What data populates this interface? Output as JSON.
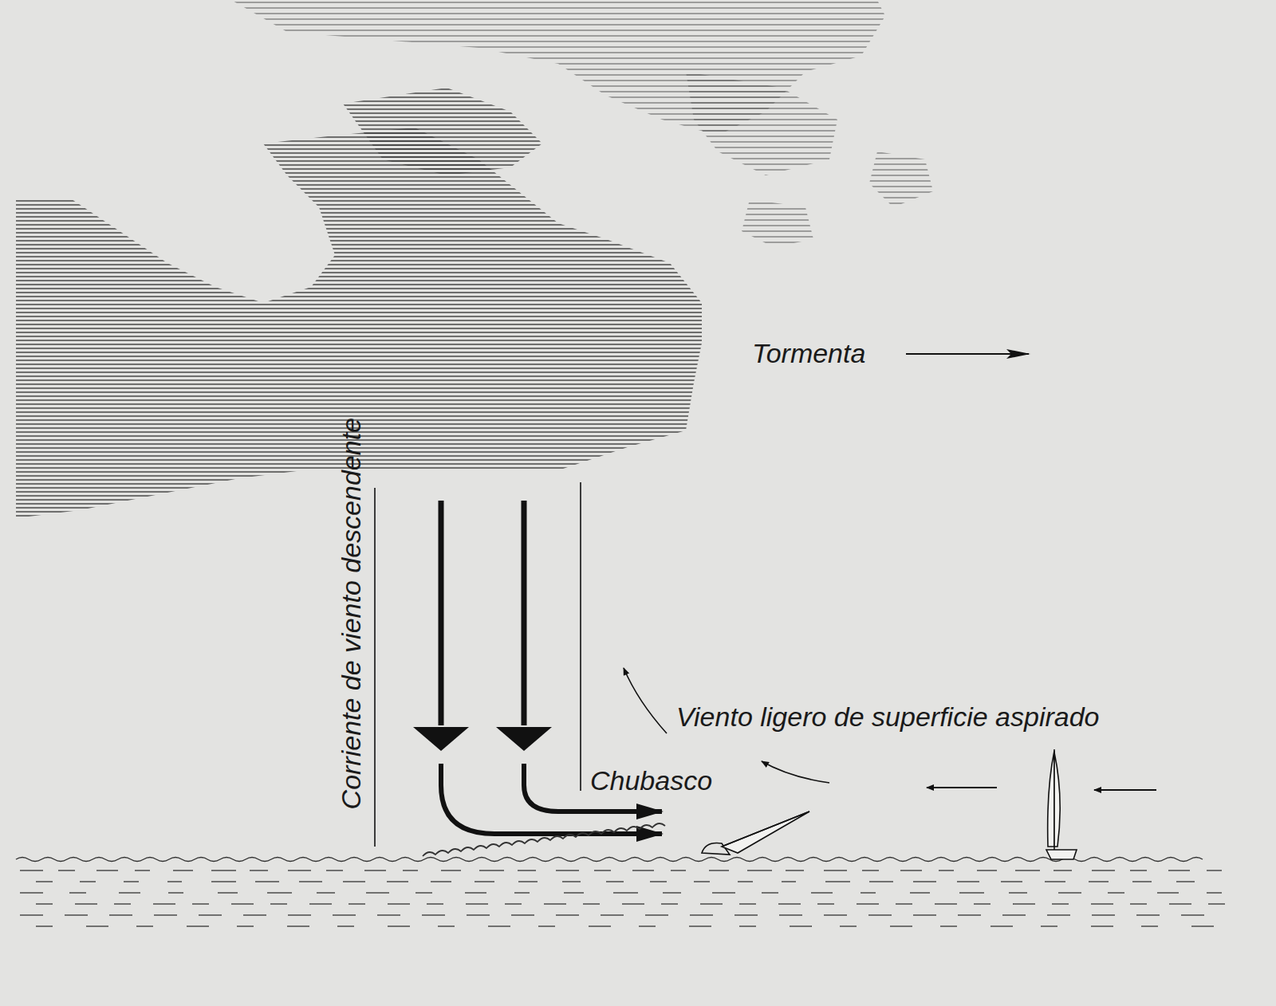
{
  "diagram": {
    "labels": [
      "Tormenta",
      "Corriente de viento descendente",
      "Viento ligero de superficie aspirado",
      "Chubasco"
    ]
  }
}
